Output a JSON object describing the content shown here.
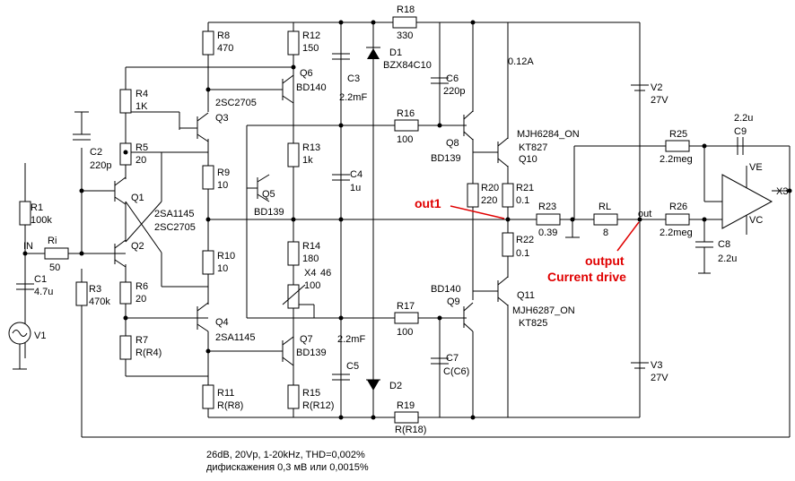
{
  "components": {
    "r1": {
      "ref": "R1",
      "value": "100k"
    },
    "r3": {
      "ref": "R3",
      "value": "470k"
    },
    "ri": {
      "ref": "Ri",
      "value": "50"
    },
    "c1": {
      "ref": "C1",
      "value": "4.7u"
    },
    "c2": {
      "ref": "C2",
      "value": "220p"
    },
    "v1": {
      "ref": "V1"
    },
    "in": "IN",
    "q1": "Q1",
    "q2": "Q2",
    "r4": {
      "ref": "R4",
      "value": "1K"
    },
    "r5": {
      "ref": "R5",
      "value": "20"
    },
    "r6": {
      "ref": "R6",
      "value": "20"
    },
    "r7": {
      "ref": "R7",
      "value": "R(R4)"
    },
    "r8": {
      "ref": "R8",
      "value": "470"
    },
    "r9": {
      "ref": "R9",
      "value": "10"
    },
    "r10": {
      "ref": "R10",
      "value": "10"
    },
    "r11": {
      "ref": "R11",
      "value": "R(R8)"
    },
    "q3": {
      "ref": "Q3",
      "part": "2SC2705"
    },
    "q4": {
      "ref": "Q4",
      "part": "2SA1145"
    },
    "pair_top": "2SA1145",
    "pair_bottom": "2SC2705",
    "r12": {
      "ref": "R12",
      "value": "150"
    },
    "r13": {
      "ref": "R13",
      "value": "1k"
    },
    "r14": {
      "ref": "R14",
      "value": "180"
    },
    "r15": {
      "ref": "R15",
      "value": "R(R12)"
    },
    "q5": {
      "ref": "Q5",
      "part": "BD139"
    },
    "q6": {
      "ref": "Q6",
      "part": "BD140"
    },
    "q7": {
      "ref": "Q7",
      "part": "BD139"
    },
    "x4": {
      "ref": "X4",
      "extra": "46",
      "value": "100"
    },
    "c3": {
      "ref": "C3",
      "value": "2.2mF"
    },
    "c4": {
      "ref": "C4",
      "value": "1u"
    },
    "c5": {
      "ref": "C5",
      "value": "2.2mF"
    },
    "d1": {
      "ref": "D1",
      "part": "BZX84C10"
    },
    "d2": {
      "ref": "D2"
    },
    "r16": {
      "ref": "R16",
      "value": "100"
    },
    "r17": {
      "ref": "R17",
      "value": "100"
    },
    "r18": {
      "ref": "R18",
      "value": "330"
    },
    "r19": {
      "ref": "R19",
      "value": "R(R18)"
    },
    "c6": {
      "ref": "C6",
      "value": "220p"
    },
    "c7": {
      "ref": "C7",
      "value": "C(C6)"
    },
    "q8": {
      "ref": "Q8",
      "part": "BD139"
    },
    "q9": {
      "ref": "Q9",
      "part": "BD140"
    },
    "q10": {
      "ref": "Q10",
      "part": "MJH6284_ON",
      "alt": "KT827"
    },
    "q11": {
      "ref": "Q11",
      "part": "MJH6287_ON",
      "alt": "KT825"
    },
    "current": "0.12A",
    "r20": {
      "ref": "R20",
      "value": "220"
    },
    "r21": {
      "ref": "R21",
      "value": "0.1"
    },
    "r22": {
      "ref": "R22",
      "value": "0.1"
    },
    "r23": {
      "ref": "R23",
      "value": "0.39"
    },
    "rl": {
      "ref": "RL",
      "value": "8"
    },
    "out": "out",
    "v2": {
      "ref": "V2",
      "value": "27V"
    },
    "v3": {
      "ref": "V3",
      "value": "27V"
    },
    "r25": {
      "ref": "R25",
      "value": "2.2meg"
    },
    "r26": {
      "ref": "R26",
      "value": "2.2meg"
    },
    "c8": {
      "ref": "C8",
      "value": "2.2u"
    },
    "c9": {
      "ref": "C9",
      "value": "2.2u"
    },
    "x3": "X3",
    "ve": "VE",
    "vc": "VC"
  },
  "annotations": {
    "out1": "out1",
    "output_line1": "output",
    "output_line2": "Current drive"
  },
  "footer": {
    "line1": "26dB, 20Vp, 1-20kHz, THD=0,002%",
    "line2": "дифискажения 0,3 мВ или 0,0015%"
  }
}
